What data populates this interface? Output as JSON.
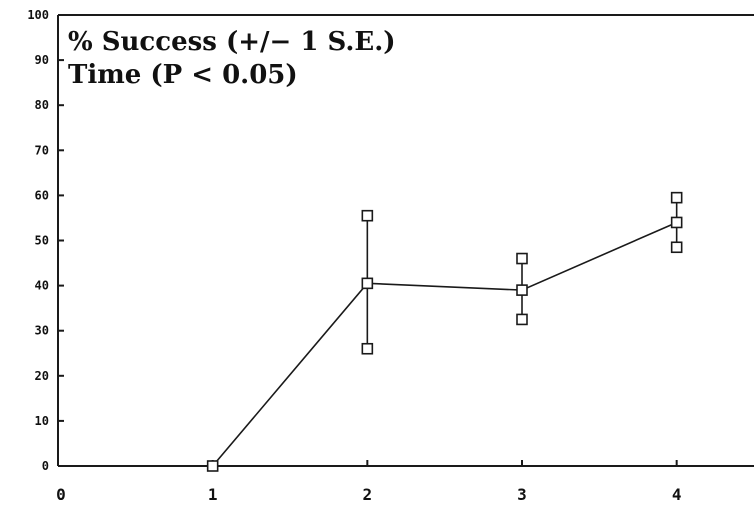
{
  "chart_data": {
    "type": "line",
    "annotations": [
      "% Success (+/− 1 S.E.)",
      "Time (P < 0.05)"
    ],
    "xlim": [
      0,
      4.5
    ],
    "ylim": [
      0,
      100
    ],
    "x_ticks": [
      "0",
      "1",
      "2",
      "3",
      "4"
    ],
    "y_ticks": [
      "0",
      "10",
      "20",
      "30",
      "40",
      "50",
      "60",
      "70",
      "80",
      "90",
      "100"
    ],
    "series": [
      {
        "points": [
          {
            "x": 1,
            "y": 0,
            "lower": 0,
            "upper": 0
          },
          {
            "x": 2,
            "y": 40.5,
            "lower": 26,
            "upper": 55.5
          },
          {
            "x": 3,
            "y": 39,
            "lower": 32.5,
            "upper": 46
          },
          {
            "x": 4,
            "y": 54,
            "lower": 48.5,
            "upper": 59.5
          }
        ]
      }
    ],
    "grid": false,
    "legend": "none",
    "color": "#1a1a1a"
  }
}
